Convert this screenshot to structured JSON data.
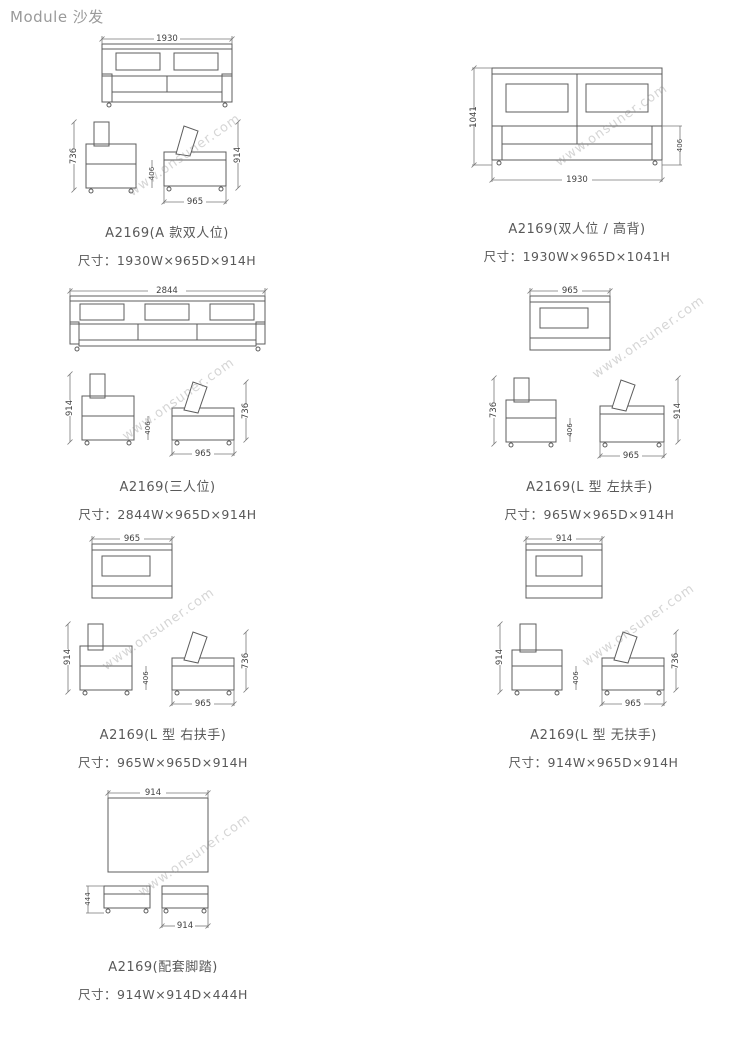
{
  "page": {
    "header": "Module 沙发",
    "watermark": "www.onsuner.com"
  },
  "products": [
    {
      "name": "A2169(A 款双人位)",
      "size": "尺寸：1930W×965D×914H",
      "dims": {
        "top_width": "1930",
        "left_height": "736",
        "right_height": "914",
        "seat_height": "406",
        "depth": "965"
      }
    },
    {
      "name": "A2169(双人位 / 高背)",
      "size": "尺寸：1930W×965D×1041H",
      "dims": {
        "left_height": "1041",
        "seat_height": "406",
        "bottom_width": "1930"
      }
    },
    {
      "name": "A2169(三人位)",
      "size": "尺寸：2844W×965D×914H",
      "dims": {
        "top_width": "2844",
        "left_height": "914",
        "seat_height": "406",
        "right_height": "736",
        "depth": "965"
      }
    },
    {
      "name": "A2169(L 型 左扶手)",
      "size": "尺寸：965W×965D×914H",
      "dims": {
        "top_width": "965",
        "left_height": "736",
        "seat_height": "406",
        "right_height": "914",
        "depth": "965"
      }
    },
    {
      "name": "A2169(L 型 右扶手)",
      "size": "尺寸：965W×965D×914H",
      "dims": {
        "top_width": "965",
        "left_height": "914",
        "seat_height": "406",
        "right_height": "736",
        "depth": "965"
      }
    },
    {
      "name": "A2169(L 型 无扶手)",
      "size": "尺寸：914W×965D×914H",
      "dims": {
        "top_width": "914",
        "left_height": "914",
        "seat_height": "406",
        "right_height": "736",
        "depth": "965"
      }
    },
    {
      "name": "A2169(配套脚踏)",
      "size": "尺寸：914W×914D×444H",
      "dims": {
        "top_width": "914",
        "left_height": "444",
        "bottom_width": "914"
      }
    }
  ]
}
